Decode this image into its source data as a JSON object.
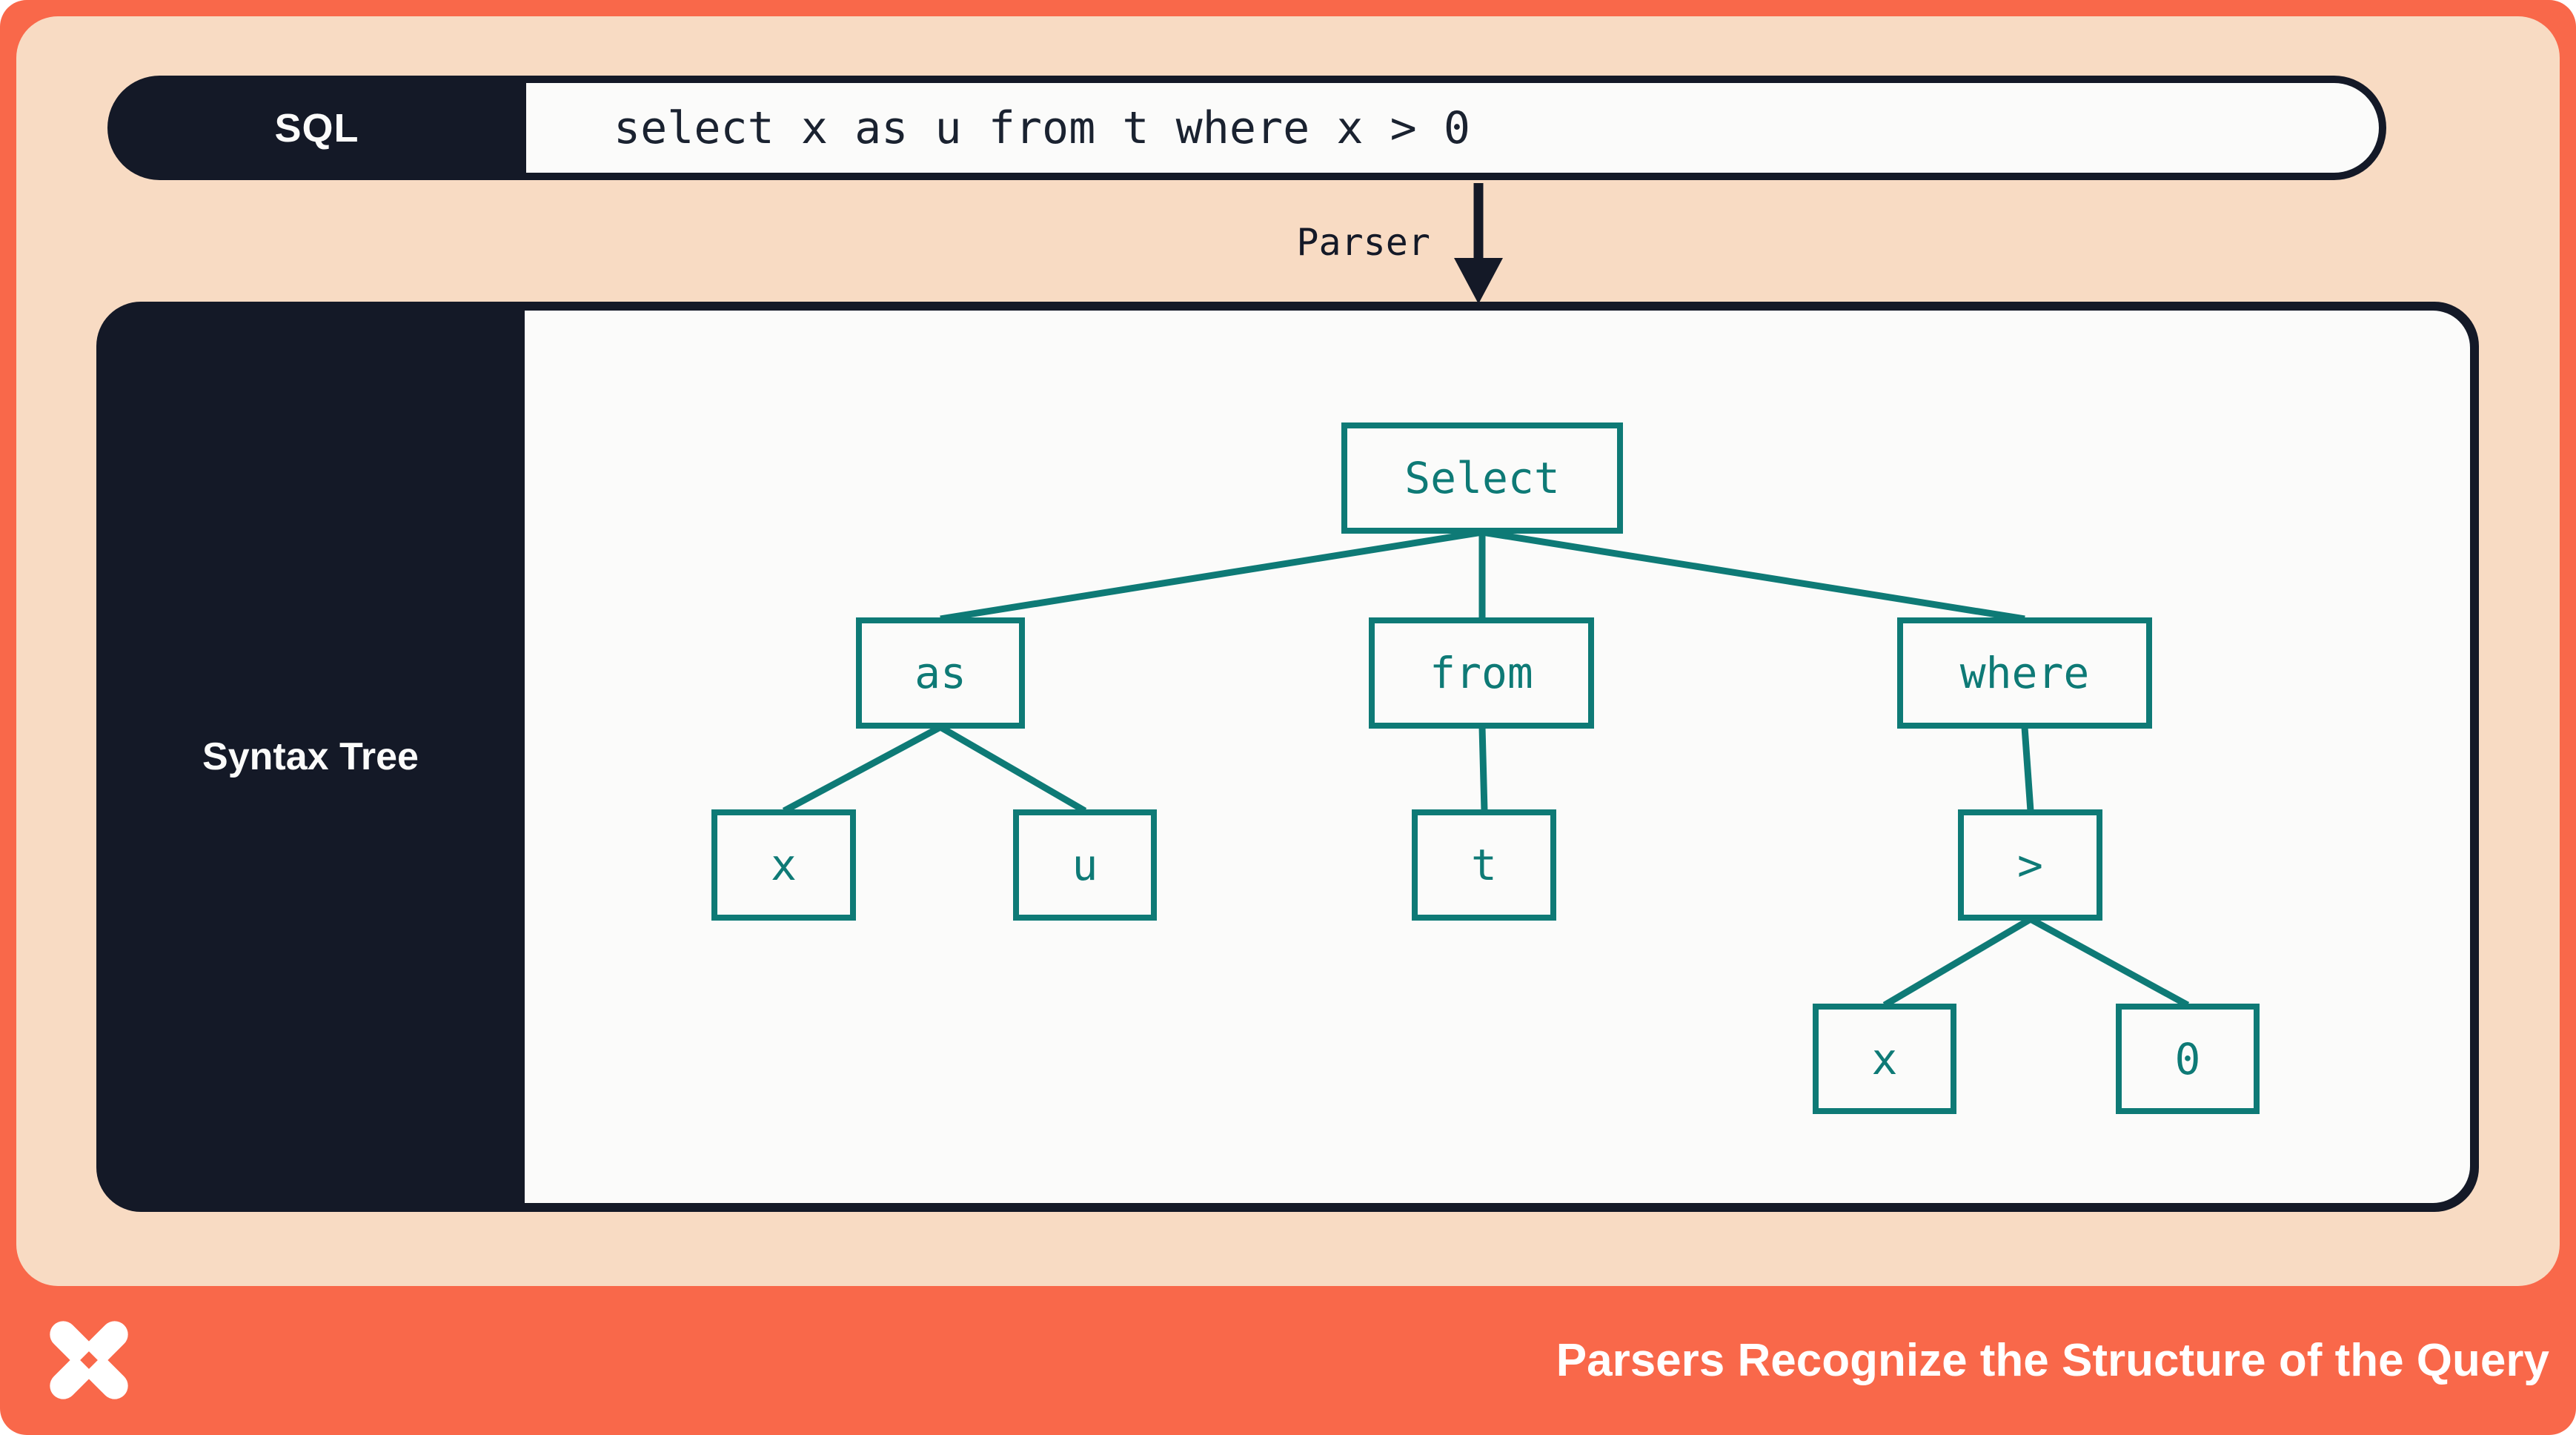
{
  "sql_bar": {
    "label": "SQL",
    "query": "select x as u from t where x > 0"
  },
  "parser": {
    "label": "Parser"
  },
  "syntax_tree": {
    "panel_label": "Syntax Tree",
    "nodes": [
      {
        "id": "select",
        "label": "Select"
      },
      {
        "id": "as",
        "label": "as"
      },
      {
        "id": "from",
        "label": "from"
      },
      {
        "id": "where",
        "label": "where"
      },
      {
        "id": "x1",
        "label": "x"
      },
      {
        "id": "u",
        "label": "u"
      },
      {
        "id": "t",
        "label": "t"
      },
      {
        "id": "gt",
        "label": ">"
      },
      {
        "id": "x2",
        "label": "x"
      },
      {
        "id": "zero",
        "label": "0"
      }
    ],
    "edges": [
      [
        "select",
        "as"
      ],
      [
        "select",
        "from"
      ],
      [
        "select",
        "where"
      ],
      [
        "as",
        "x1"
      ],
      [
        "as",
        "u"
      ],
      [
        "from",
        "t"
      ],
      [
        "where",
        "gt"
      ],
      [
        "gt",
        "x2"
      ],
      [
        "gt",
        "zero"
      ]
    ]
  },
  "footer": {
    "caption": "Parsers Recognize the Structure of the Query",
    "logo": "pinwheel-logo"
  },
  "colors": {
    "coral": "#F9684A",
    "peach": "#F8DBC3",
    "navy": "#141927",
    "offwhite": "#FBFBFA",
    "teal": "#0E7A76"
  }
}
